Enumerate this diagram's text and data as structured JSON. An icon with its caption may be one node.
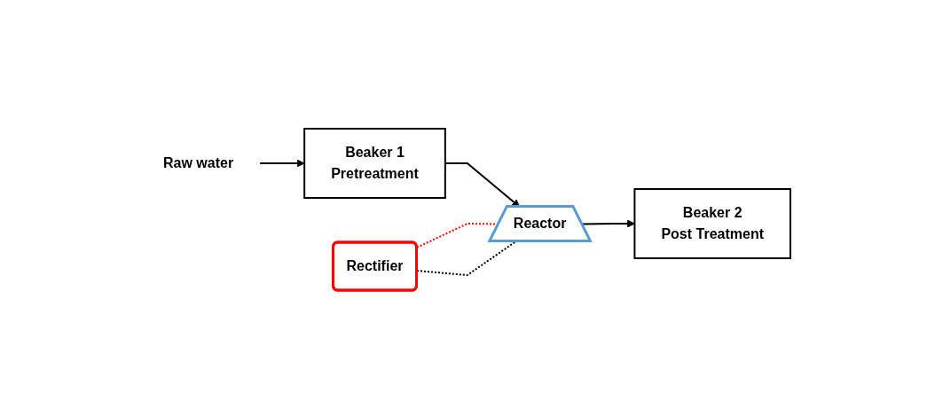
{
  "diagram": {
    "nodes": [
      {
        "text": [
          "Rectifier"
        ]
      },
      {
        "text": [
          "Raw water"
        ]
      },
      {
        "text": [
          "Beaker 1",
          "Pretreatment"
        ]
      },
      {
        "text": [
          "Reactor"
        ]
      },
      {
        "text": [
          "Beaker 2",
          "Post Treatment"
        ]
      }
    ],
    "edges": [
      {
        "from": 1,
        "to": 2,
        "arrow": "to"
      },
      {
        "from": 2,
        "to": 3,
        "arrow": "to"
      },
      {
        "from": 3,
        "to": 4,
        "arrow": "to"
      },
      {
        "from": 0,
        "to": 3,
        "arrow": "none",
        "style": "dashed",
        "color": "#ff0000"
      },
      {
        "from": 0,
        "to": 3,
        "arrow": "none",
        "style": "dashed"
      }
    ]
  }
}
